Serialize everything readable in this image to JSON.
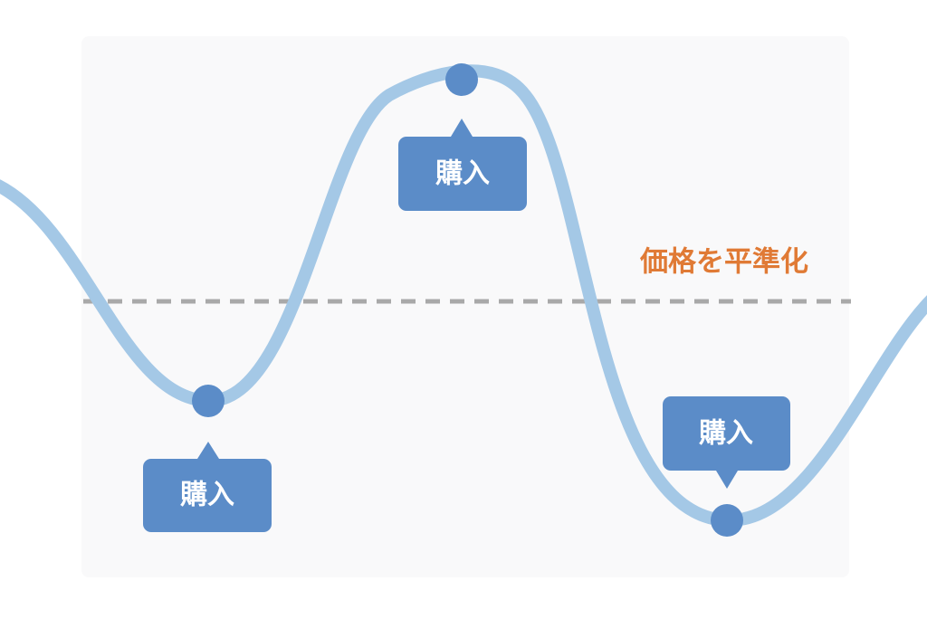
{
  "labels": {
    "buy_1": "購入",
    "buy_2": "購入",
    "buy_3": "購入",
    "average_line": "価格を平準化"
  },
  "colors": {
    "price_curve": "#a4c8e6",
    "buy_point": "#5b8cc8",
    "callout": "#5b8cc8",
    "average_line": "#a9a9a9",
    "average_label": "#e07a35",
    "panel_background": "#f9f9fa"
  }
}
